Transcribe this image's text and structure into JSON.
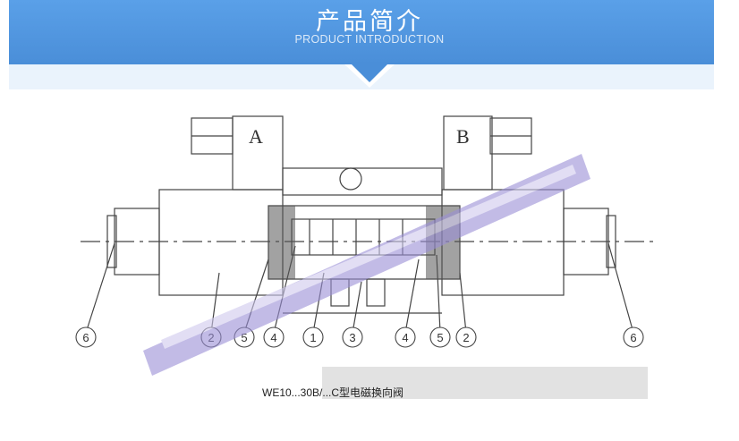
{
  "banner": {
    "title": "产品简介",
    "subtitle": "PRODUCT INTRODUCTION"
  },
  "diagram": {
    "port_labels": [
      "A",
      "B"
    ],
    "callouts": [
      "6",
      "2",
      "5",
      "4",
      "1",
      "3",
      "4",
      "5",
      "2",
      "6"
    ]
  },
  "caption": "WE10...30B/...C型电磁换向阀",
  "colors": {
    "banner_blue": "#4a8ed8",
    "banner_strip": "#eaf3fc",
    "line": "#444444",
    "blur_purple": "#8f7fd0"
  }
}
